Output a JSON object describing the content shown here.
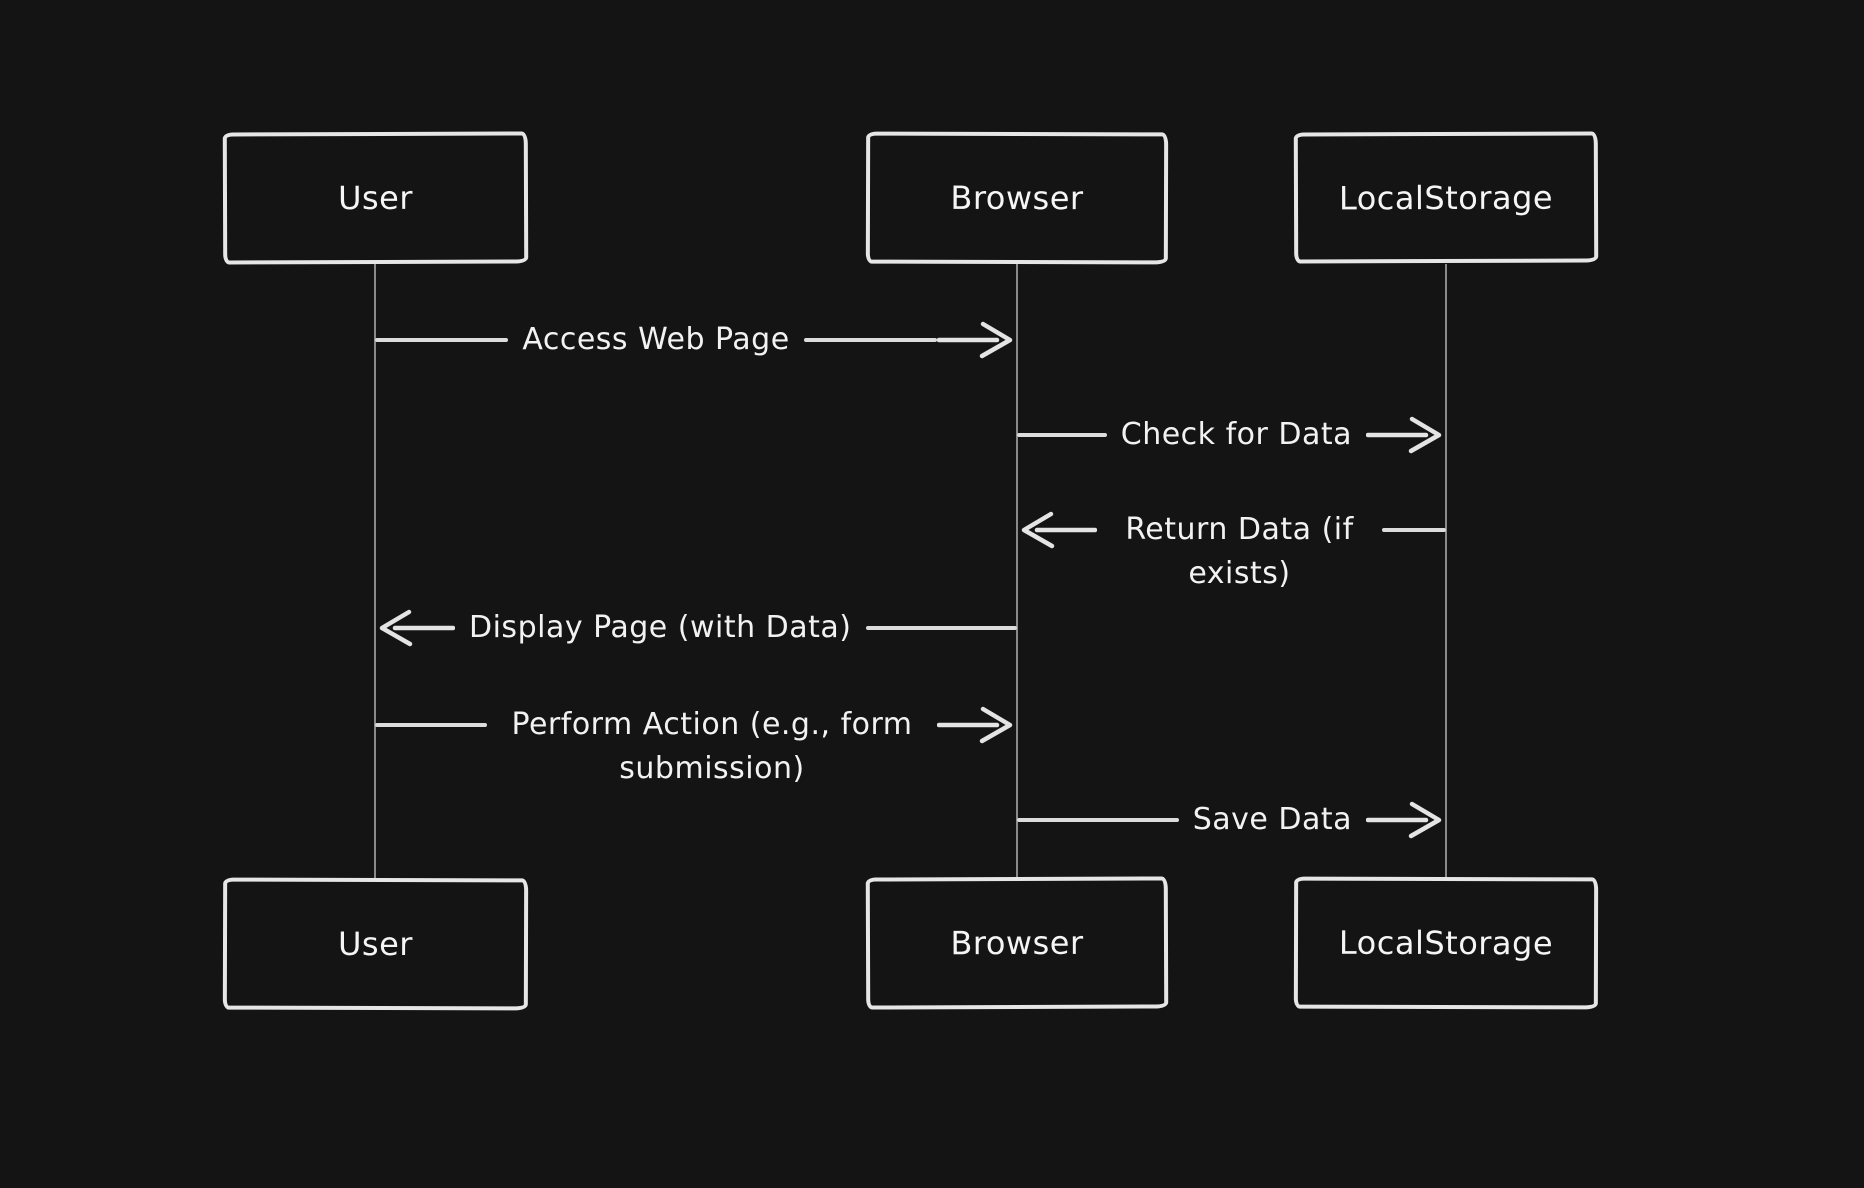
{
  "diagram": {
    "type": "sequence-diagram",
    "background_color": "#141414",
    "stroke_color": "#e6e6e6",
    "text_color": "#f5f5f5",
    "lifeline_color": "#8a8a8a"
  },
  "actors": [
    {
      "id": "user",
      "label": "User"
    },
    {
      "id": "browser",
      "label": "Browser"
    },
    {
      "id": "localstorage",
      "label": "LocalStorage"
    }
  ],
  "messages": [
    {
      "label": "Access Web Page",
      "from": "user",
      "to": "browser",
      "direction": "right"
    },
    {
      "label": "Check for Data",
      "from": "browser",
      "to": "localstorage",
      "direction": "right"
    },
    {
      "label": "Return Data (if exists)",
      "from": "localstorage",
      "to": "browser",
      "direction": "left"
    },
    {
      "label": "Display Page (with Data)",
      "from": "browser",
      "to": "user",
      "direction": "left"
    },
    {
      "label": "Perform Action (e.g., form submission)",
      "from": "user",
      "to": "browser",
      "direction": "right"
    },
    {
      "label": "Save Data",
      "from": "browser",
      "to": "localstorage",
      "direction": "right"
    }
  ]
}
